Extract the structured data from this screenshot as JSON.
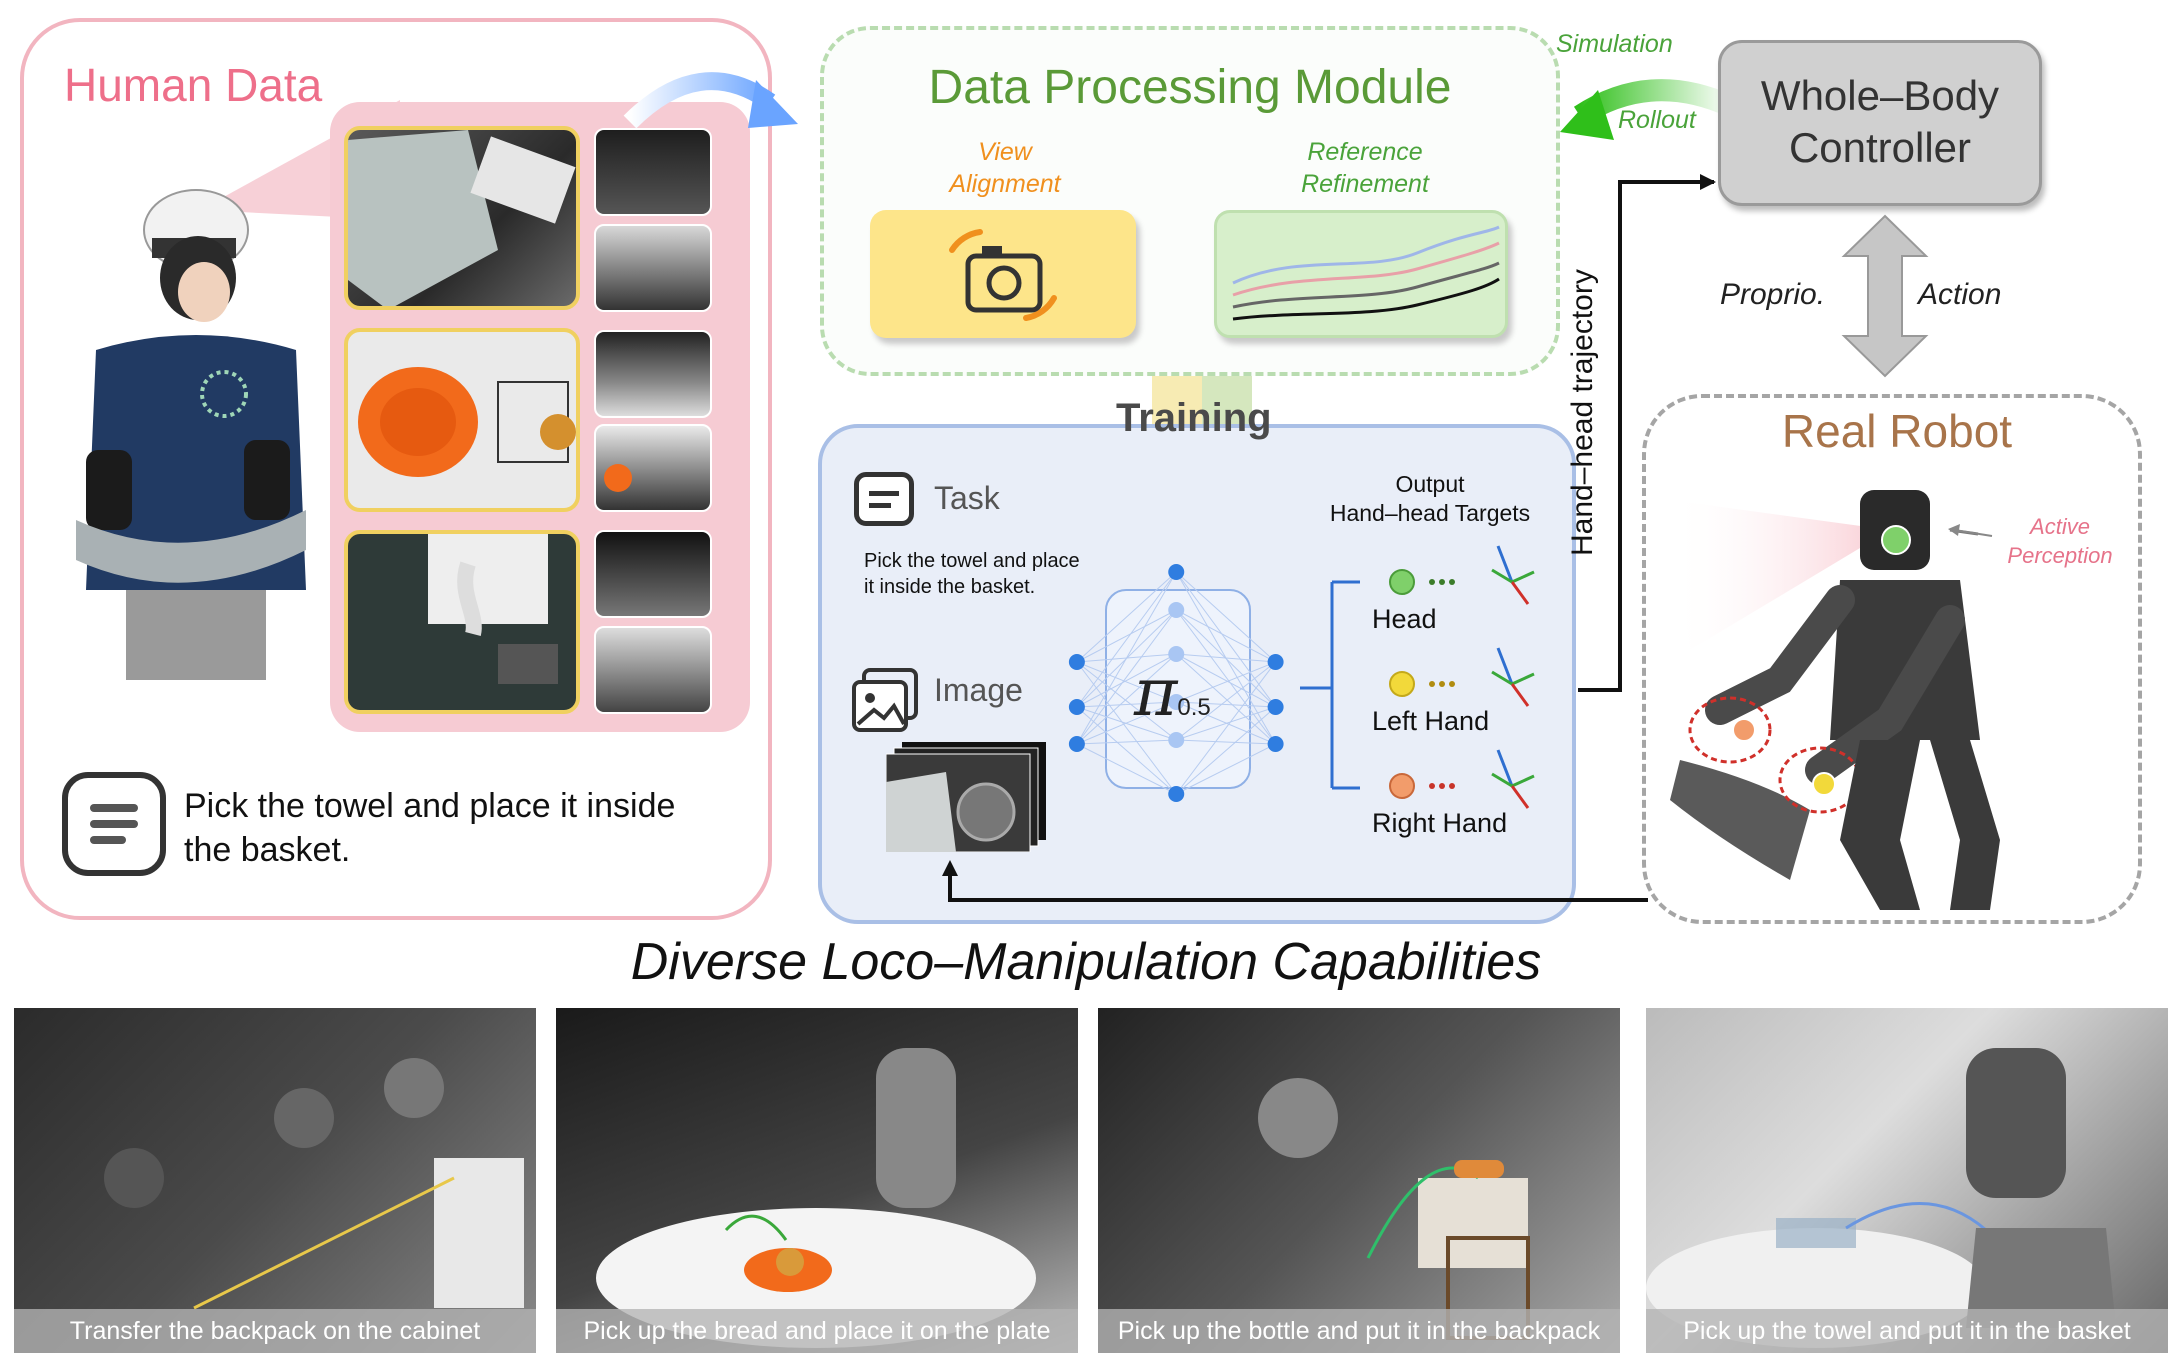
{
  "human_data": {
    "title": "Human Data",
    "task_instruction": "Pick the towel and place it inside the basket."
  },
  "data_processing": {
    "title": "Data Processing Module",
    "view_alignment": "View\nAlignment",
    "reference_refinement": "Reference\nRefinement",
    "simulation": "Simulation",
    "rollout": "Rollout"
  },
  "controller": {
    "title": "Whole–Body\nController",
    "proprio": "Proprio.",
    "action": "Action"
  },
  "training": {
    "label": "Training",
    "task_label": "Task",
    "task_text": "Pick the towel and place it inside the basket.",
    "image_label": "Image",
    "policy_symbol": "π",
    "policy_subscript": "0.5",
    "output_title": "Output\nHand–head Targets",
    "outputs": [
      {
        "label": "Head",
        "color": "#7fd06a"
      },
      {
        "label": "Left Hand",
        "color": "#f2d93a"
      },
      {
        "label": "Right Hand",
        "color": "#f29c6b"
      }
    ]
  },
  "robot": {
    "title": "Real Robot",
    "active_perception": "Active\nPerception",
    "trajectory_label": "Hand–head trajectory"
  },
  "capabilities": {
    "title": "Diverse Loco–Manipulation Capabilities",
    "items": [
      {
        "caption": "Transfer the backpack on the cabinet"
      },
      {
        "caption": "Pick up the bread and place it on the plate"
      },
      {
        "caption": "Pick up the bottle and put it in the backpack"
      },
      {
        "caption": "Pick up the towel and put it in the basket"
      }
    ]
  },
  "colors": {
    "human_pink": "#ee6f8a",
    "processing_green": "#5a9a37",
    "robot_brown": "#a8744a",
    "policy_blue": "#2f7de0"
  }
}
